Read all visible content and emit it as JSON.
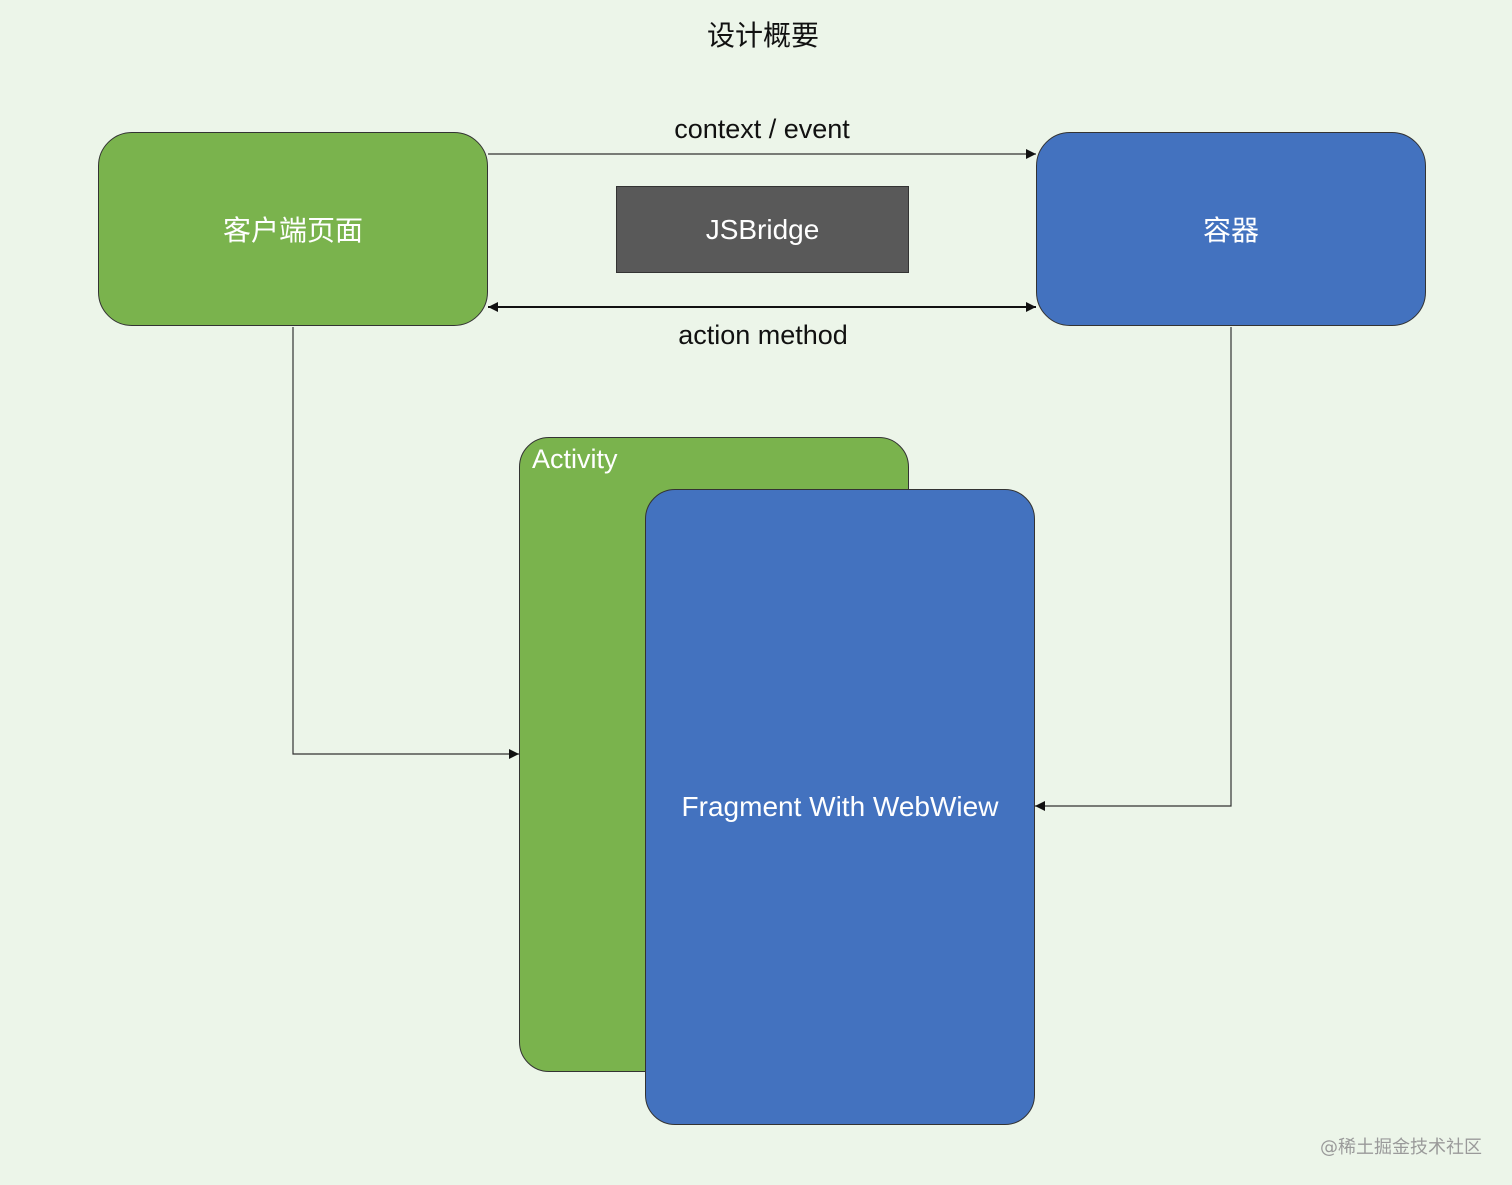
{
  "title": "设计概要",
  "nodes": {
    "client_page": "客户端页面",
    "container": "容器",
    "jsbridge": "JSBridge",
    "activity": "Activity",
    "fragment": "Fragment With WebWiew"
  },
  "edges": {
    "context_event": "context / event",
    "action_method": "action method"
  },
  "colors": {
    "green": "#7ab34d",
    "blue": "#4372bf",
    "gray": "#595959",
    "background": "#ecf5e9"
  },
  "watermark": "@稀土掘金技术社区"
}
